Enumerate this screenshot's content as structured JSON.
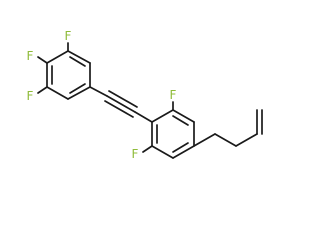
{
  "molecule": {
    "atom_labels": [
      "F",
      "F",
      "F",
      "F",
      "F"
    ],
    "colors": {
      "bond": "#1a1a1a",
      "fluorine": "#8fbc3a",
      "background": "#ffffff"
    }
  }
}
